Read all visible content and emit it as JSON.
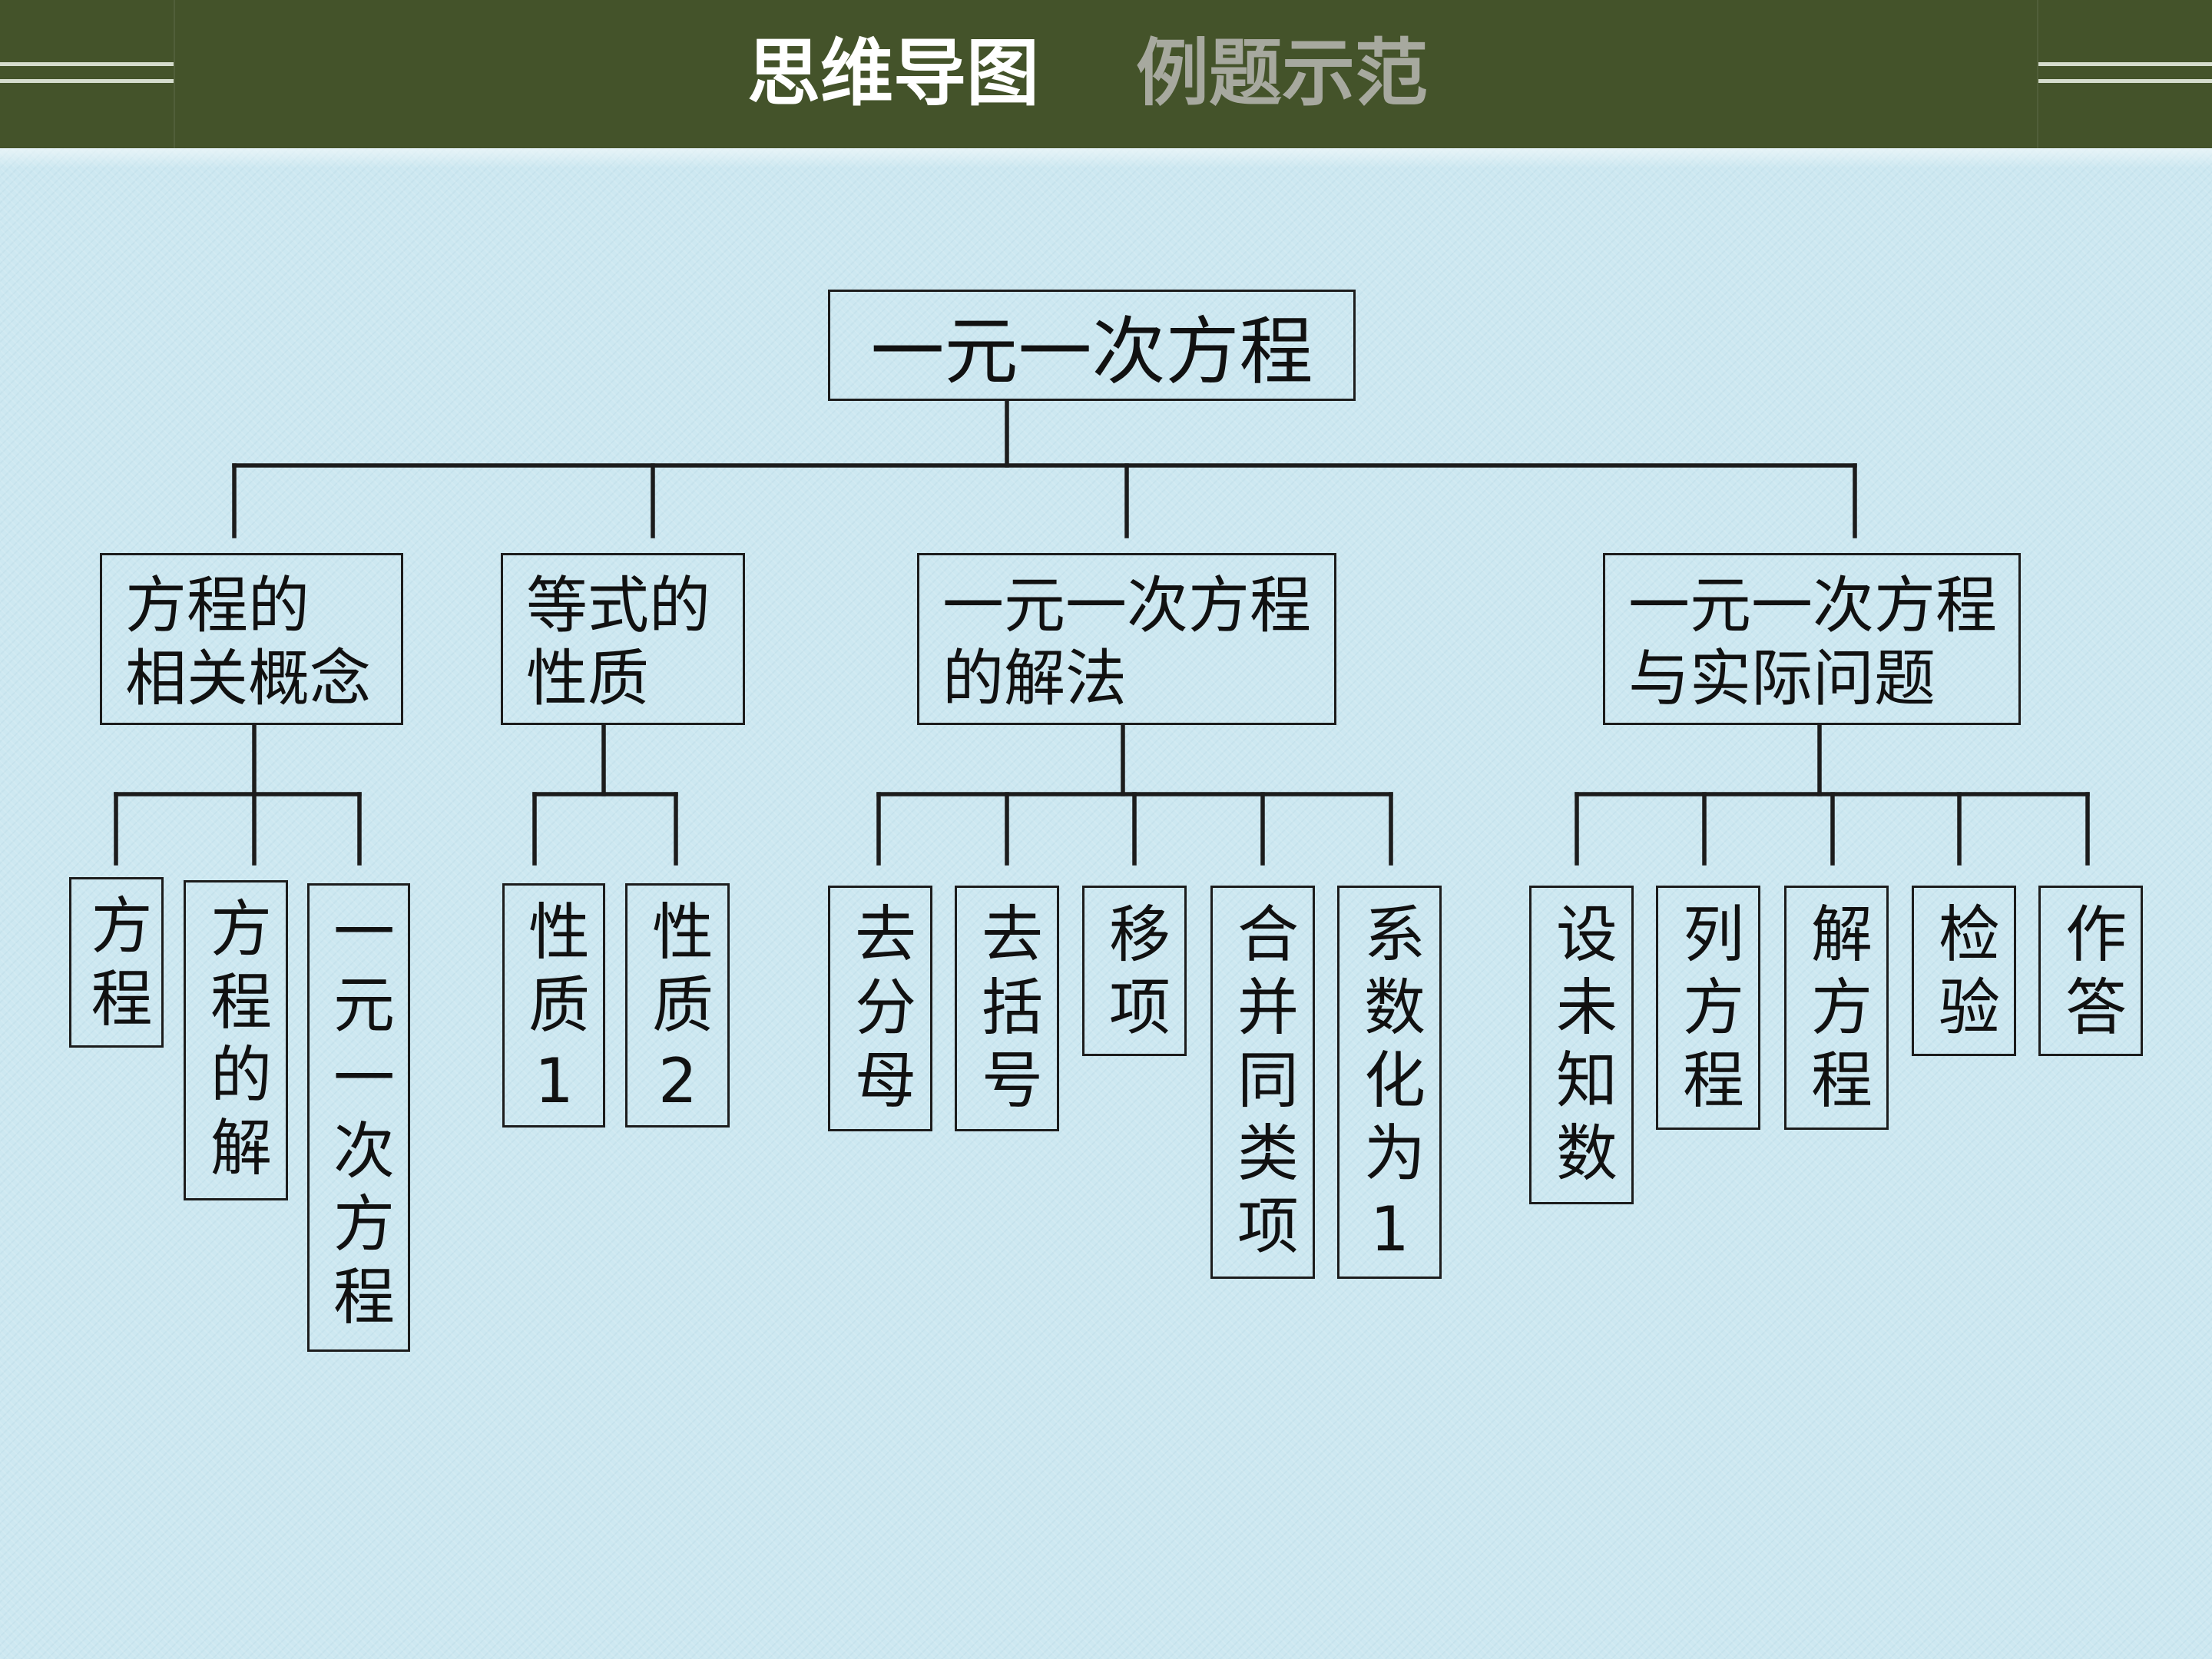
{
  "header": {
    "title_main": "思维导图",
    "title_sub": "例题示范"
  },
  "mind_map": {
    "root": "一元一次方程",
    "branches": [
      {
        "label_lines": [
          "方程的",
          "相关概念"
        ],
        "children": [
          "方程",
          "方程的解",
          "一元一次方程"
        ]
      },
      {
        "label_lines": [
          "等式的",
          "性质"
        ],
        "children": [
          "性质1",
          "性质2"
        ]
      },
      {
        "label_lines": [
          "一元一次方程",
          "的解法"
        ],
        "children": [
          "去分母",
          "去括号",
          "移项",
          "合并同类项",
          "系数化为1"
        ]
      },
      {
        "label_lines": [
          "一元一次方程",
          "与实际问题"
        ],
        "children": [
          "设未知数",
          "列方程",
          "解方程",
          "检验",
          "作答"
        ]
      }
    ]
  },
  "theme": {
    "header_bg": "#44532a",
    "page_bg": "#cde8f1",
    "title_main_color": "#ffffff",
    "title_sub_color": "#a7a99f",
    "line_color": "#1c1c1c"
  }
}
